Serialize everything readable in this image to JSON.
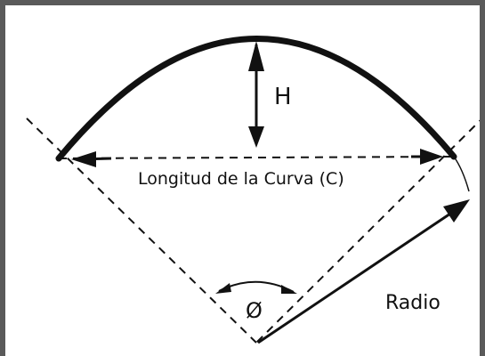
{
  "labels": {
    "height": "H",
    "curve_length": "Longitud de la Curva (C)",
    "angle": "Ø",
    "radius": "Radio"
  },
  "colors": {
    "frame": "#5a5a5a",
    "ink": "#111111",
    "background": "#ffffff"
  }
}
